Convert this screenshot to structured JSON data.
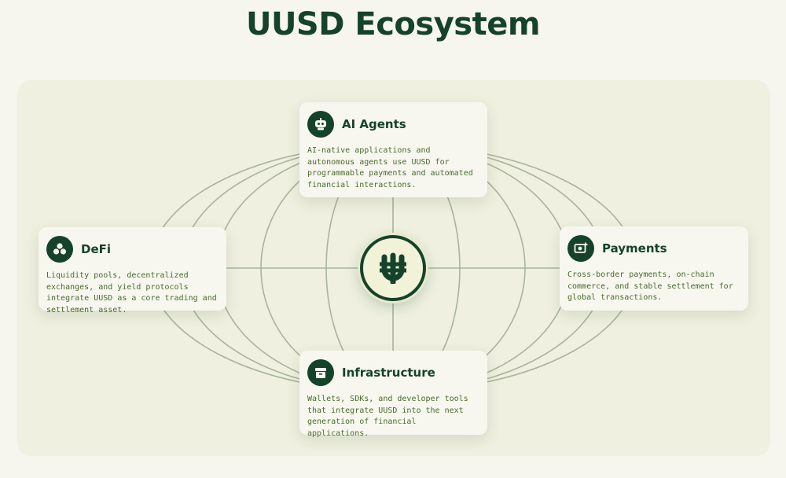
{
  "title": "UUSD Ecosystem",
  "hub": {
    "icon": "uusd-logo-icon"
  },
  "cards": {
    "ai_agents": {
      "icon": "robot-icon",
      "title": "AI Agents",
      "description": "AI-native applications and autonomous agents use UUSD for programmable payments and automated financial interactions."
    },
    "defi": {
      "icon": "defi-circles-icon",
      "title": "DeFi",
      "description": "Liquidity pools, decentralized exchanges, and yield protocols integrate UUSD as a core trading and settlement asset."
    },
    "payments": {
      "icon": "payment-card-icon",
      "title": "Payments",
      "description": "Cross-border payments, on-chain commerce, and stable settlement for global transactions."
    },
    "infrastructure": {
      "icon": "infrastructure-box-icon",
      "title": "Infrastructure",
      "description": "Wallets, SDKs, and developer tools that integrate UUSD into the next generation of financial applications."
    }
  },
  "colors": {
    "primary": "#15422b",
    "background": "#f6f5ee",
    "panel": "#eff0df",
    "grid_lines": "#a9b49a",
    "description_text": "#4a6a2c"
  }
}
